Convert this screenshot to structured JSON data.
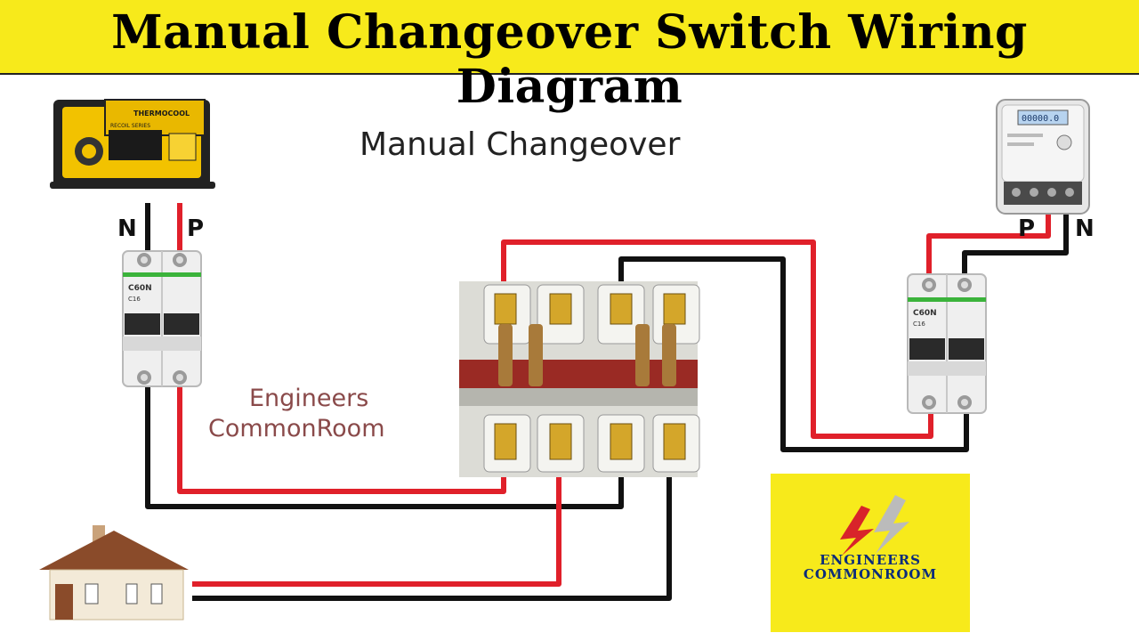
{
  "title": "Manual Changeover Switch Wiring Diagram",
  "subtitle": "Manual Changeover",
  "watermark": {
    "line1": "Engineers",
    "line2": "CommonRoom"
  },
  "generator": {
    "brand": "THERMOCOOL",
    "series": "RECOIL SERIES",
    "terminals": {
      "left": "N",
      "right": "P"
    }
  },
  "meter": {
    "display": "00000.0",
    "terminals": {
      "left": "P",
      "right": "N"
    }
  },
  "breaker_left": {
    "model": "C60N",
    "rating": "C16"
  },
  "breaker_right": {
    "model": "C60N",
    "rating": "C16"
  },
  "logo": {
    "line1": "ENGINEERS",
    "line2": "COMMONROOM"
  },
  "colors": {
    "banner": "#f7ea1b",
    "phase_wire": "#e0202a",
    "neutral_wire": "#111111",
    "logo_text": "#0b2c7a"
  },
  "icons": [
    "generator-icon",
    "energy-meter-icon",
    "breaker-icon",
    "changeover-switch-icon",
    "house-icon",
    "lightning-logo-icon"
  ]
}
